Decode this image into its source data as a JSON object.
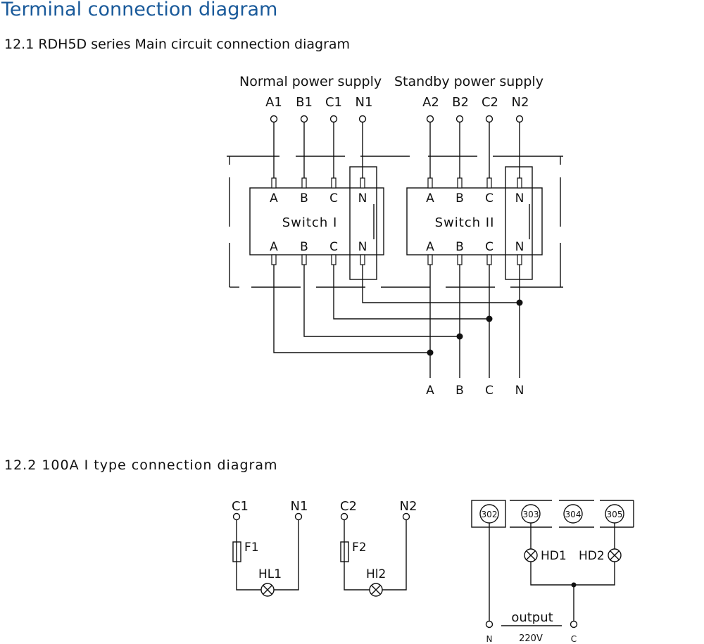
{
  "title": "Terminal connection diagram",
  "section1": {
    "heading": "12.1 RDH5D series Main circuit connection diagram",
    "normal_label": "Normal power supply",
    "standby_label": "Standby power supply",
    "normal_terminals": [
      "A1",
      "B1",
      "C1",
      "N1"
    ],
    "standby_terminals": [
      "A2",
      "B2",
      "C2",
      "N2"
    ],
    "switch1": {
      "name": "Switch I",
      "top_poles": [
        "A",
        "B",
        "C",
        "N"
      ],
      "bottom_poles": [
        "A",
        "B",
        "C",
        "N"
      ]
    },
    "switch2": {
      "name": "Switch II",
      "top_poles": [
        "A",
        "B",
        "C",
        "N"
      ],
      "bottom_poles": [
        "A",
        "B",
        "C",
        "N"
      ]
    },
    "outputs": [
      "A",
      "B",
      "C",
      "N"
    ]
  },
  "section2": {
    "heading": "12.2 100A I type connection diagram",
    "circuit1": {
      "left": "C1",
      "right": "N1",
      "fuse": "F1",
      "lamp": "HL1"
    },
    "circuit2": {
      "left": "C2",
      "right": "N2",
      "fuse": "F2",
      "lamp": "Hl2"
    },
    "terminals": [
      "302",
      "303",
      "304",
      "305"
    ],
    "lamp1": "HD1",
    "lamp2": "HD2",
    "output_label": "output",
    "voltage": "220V",
    "n_label": "N",
    "c_label": "C"
  }
}
